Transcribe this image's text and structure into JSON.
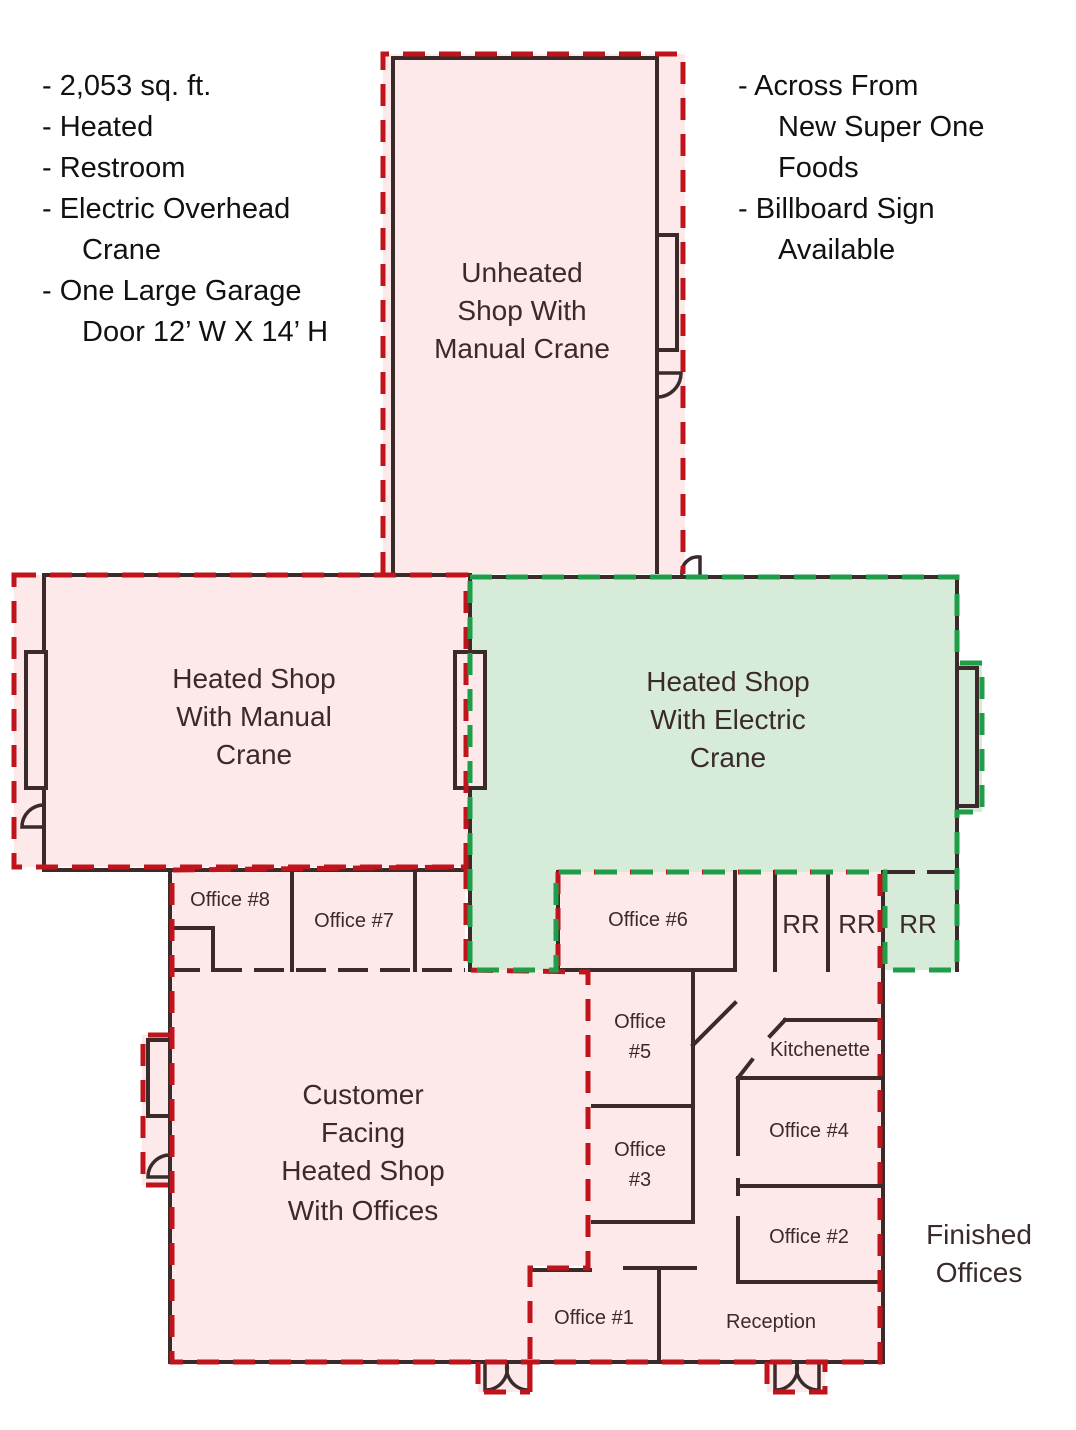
{
  "features_left": [
    "- 2,053 sq. ft.",
    "- Heated",
    "- Restroom",
    "- Electric Overhead",
    "Crane",
    "- One Large Garage",
    "Door 12’ W X 14’ H"
  ],
  "features_right": [
    "- Across From",
    "New Super One",
    "Foods",
    "- Billboard Sign",
    "Available"
  ],
  "finished_offices_label": [
    "Finished",
    "Offices"
  ],
  "areas": {
    "unheated_shop": [
      "Unheated",
      "Shop With",
      "Manual Crane"
    ],
    "heated_shop_manual": [
      "Heated Shop",
      "With Manual",
      "Crane"
    ],
    "heated_shop_electric": [
      "Heated Shop",
      "With Electric",
      "Crane"
    ],
    "customer_shop": [
      "Customer",
      "Facing",
      "Heated Shop",
      "With Offices"
    ]
  },
  "rooms": {
    "office_8": "Office #8",
    "office_7": "Office #7",
    "office_6": "Office #6",
    "rr_1": "RR",
    "rr_2": "RR",
    "rr_3": "RR",
    "office_5": [
      "Office",
      "#5"
    ],
    "kitchenette": "Kitchenette",
    "office_3": [
      "Office",
      "#3"
    ],
    "office_4": "Office #4",
    "office_2": "Office #2",
    "office_1": "Office #1",
    "reception": "Reception"
  },
  "colors": {
    "available_fill": "#fde8ea",
    "highlight_fill": "#d6ecd9",
    "available_outline": "#c0141c",
    "highlight_outline": "#1f9e4a",
    "wall": "#3a2a2a"
  }
}
